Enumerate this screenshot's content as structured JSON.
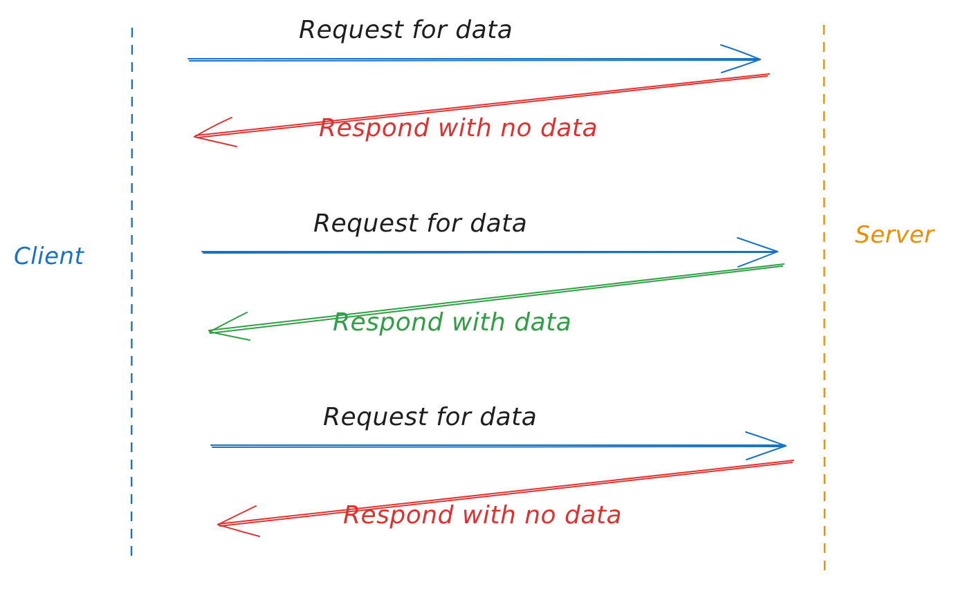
{
  "colors": {
    "client": "#1971c2",
    "server": "#f08c00",
    "request": "#1971c2",
    "respond_no_data": "#e03131",
    "respond_with_data": "#2f9e44",
    "request_text": "#1e1e1e"
  },
  "participants": {
    "client": "Client",
    "server": "Server"
  },
  "messages": [
    {
      "label": "Request for data",
      "direction": "client-to-server",
      "kind": "request"
    },
    {
      "label": "Respond with no data",
      "direction": "server-to-client",
      "kind": "respond_no_data"
    },
    {
      "label": "Request for data",
      "direction": "client-to-server",
      "kind": "request"
    },
    {
      "label": "Respond with data",
      "direction": "server-to-client",
      "kind": "respond_with_data"
    },
    {
      "label": "Request for data",
      "direction": "client-to-server",
      "kind": "request"
    },
    {
      "label": "Respond with no data",
      "direction": "server-to-client",
      "kind": "respond_no_data"
    }
  ]
}
